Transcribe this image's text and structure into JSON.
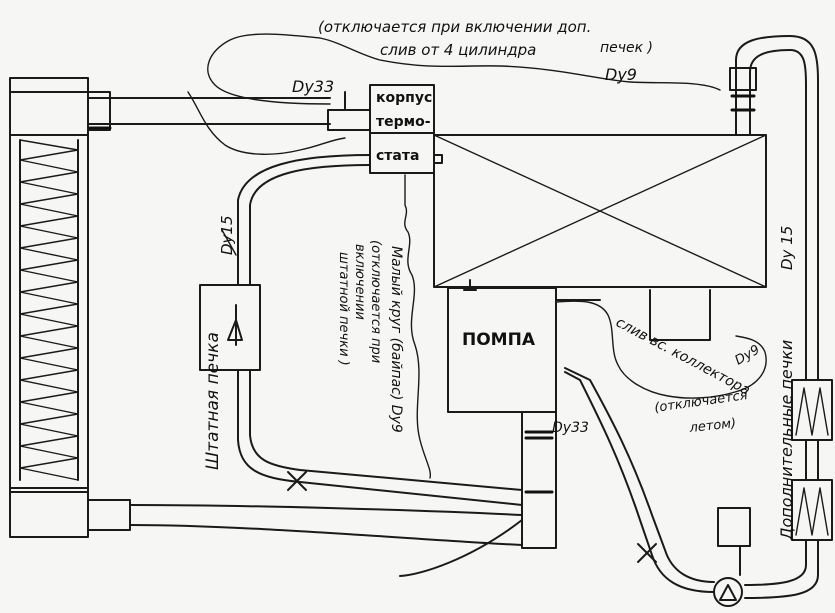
{
  "labels": {
    "top_note_line1": "(отключается при включении доп.",
    "top_note_line2": "слив от 4 цилиндра",
    "top_note_line3": "печек )",
    "du9_top": "Dy9",
    "du33_top": "Dy33",
    "thermostat_line1": "корпус",
    "thermostat_line2": "термо-",
    "thermostat_line3": "стата",
    "pump": "ПОМПА",
    "du33_pump": "Dy33",
    "du15_left": "Dy15",
    "std_heater": "Штатная печка",
    "small_circle_line1": "Малый круг (байпас) Dy9",
    "small_circle_line2": "(отключается при",
    "small_circle_line3": "включении",
    "small_circle_line4": "штатной печки )",
    "collector_line1": "слив вс. коллектора",
    "collector_line2": "Dy9",
    "collector_line3": "(отключается",
    "collector_line4": "летом)",
    "du15_right": "Dy 15",
    "extra_heaters": "Дополнительные печки"
  },
  "colors": {
    "ink": "#1a1a1a",
    "paper": "#f6f6f4"
  }
}
